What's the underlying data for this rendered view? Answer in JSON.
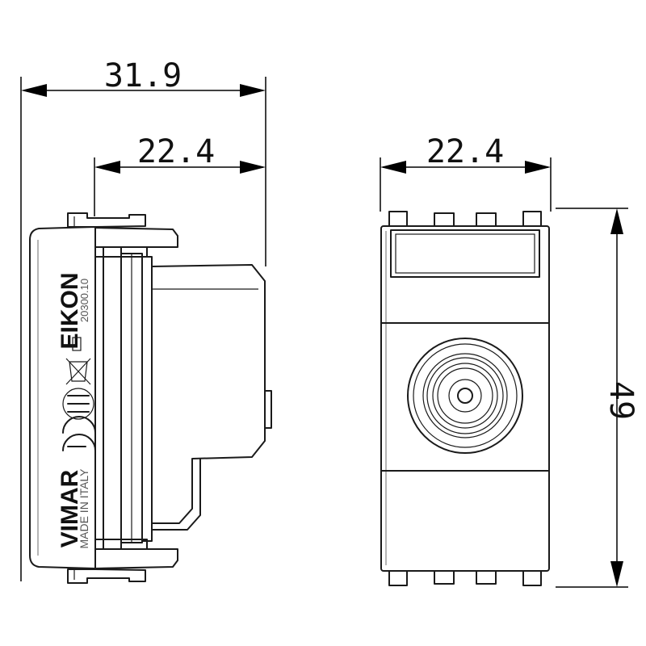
{
  "dimensions": {
    "side_depth": "31.9",
    "side_width": "22.4",
    "front_width": "22.4",
    "front_height": "49"
  },
  "side_view_markings": {
    "series": "EIKON",
    "code": "20300.10",
    "brand": "VIMAR",
    "origin": "MADE IN ITALY"
  },
  "colors": {
    "line": "#1a1a1a",
    "background": "#ffffff"
  }
}
